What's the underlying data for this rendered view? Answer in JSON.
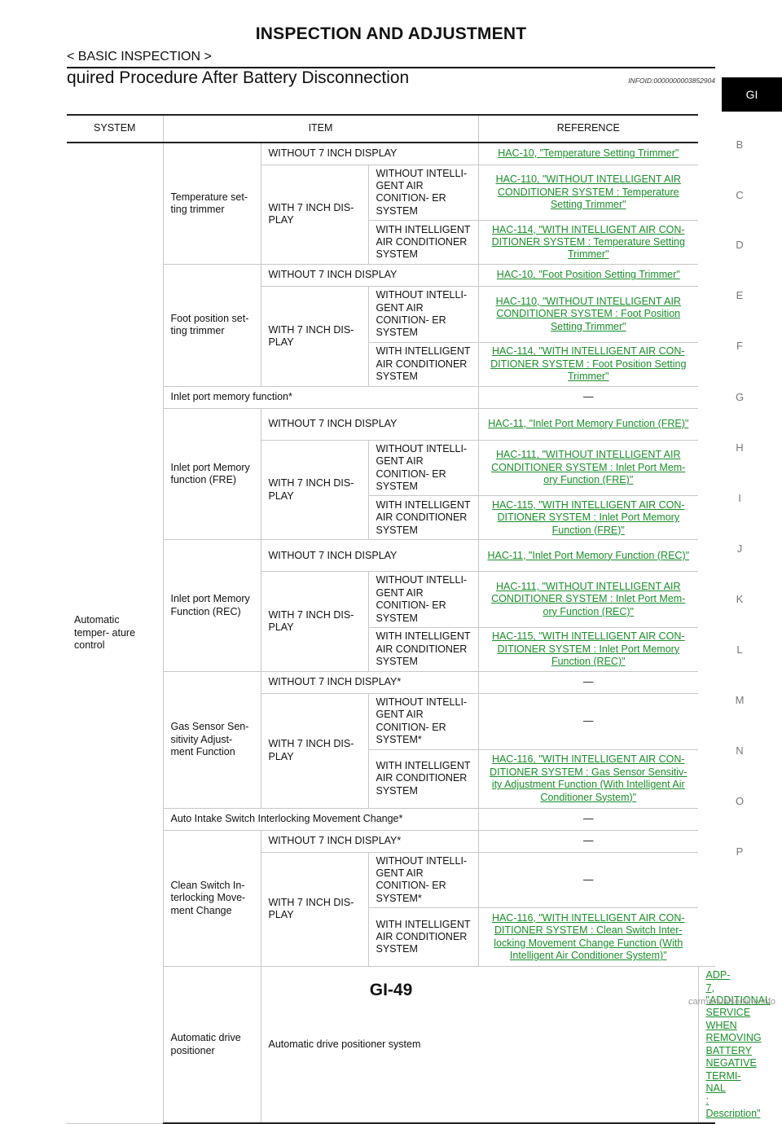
{
  "header": {
    "title": "INSPECTION AND ADJUSTMENT",
    "breadcrumb": "< BASIC INSPECTION >",
    "section_title": "quired Procedure After Battery Disconnection",
    "info_id": "INFOID:0000000003852904",
    "tab": "GI"
  },
  "side_letters": [
    "B",
    "C",
    "D",
    "E",
    "F",
    "G",
    "H",
    "I",
    "J",
    "K",
    "L",
    "M",
    "N",
    "O",
    "P"
  ],
  "table": {
    "col_system": "SYSTEM",
    "col_item": "ITEM",
    "col_reference": "REFERENCE",
    "system_atc": "Automatic temper- ature control",
    "system_adp": "Automatic drive positioner",
    "wo7": "WITHOUT 7 INCH DISPLAY",
    "wo7_star": "WITHOUT 7 INCH DISPLAY*",
    "w7": "WITH 7 INCH DIS- PLAY",
    "wo_ia": "WITHOUT INTELLI- GENT AIR CONITION- ER SYSTEM",
    "wo_ia_star": "WITHOUT INTELLI- GENT AIR CONITION- ER SYSTEM*",
    "w_ia": "WITH INTELLIGENT AIR CONDITIONER SYSTEM",
    "dash": "—",
    "items": {
      "temp": "Temperature set- ting trimmer",
      "foot": "Foot position set- ting trimmer",
      "inlet_memory": "Inlet port memory function*",
      "fre": "Inlet port Memory function (FRE)",
      "rec": "Inlet port Memory Function (REC)",
      "gas": "Gas Sensor Sen- sitivity Adjust- ment Function",
      "auto_intake": "Auto Intake Switch Interlocking Movement Change*",
      "clean": "Clean Switch In- terlocking Move- ment Change",
      "adp_item": "Automatic drive positioner system"
    },
    "refs": {
      "temp_wo7": "HAC-10, \"Temperature Setting Trimmer\"",
      "temp_wo_ia": "HAC-110, \"WITHOUT INTELLIGENT AIR CONDITIONER SYSTEM : Temperature Setting Trimmer\"",
      "temp_w_ia": "HAC-114, \"WITH INTELLIGENT AIR CON- DITIONER SYSTEM : Temperature Setting Trimmer\"",
      "foot_wo7": "HAC-10, \"Foot Position Setting Trimmer\"",
      "foot_wo_ia": "HAC-110, \"WITHOUT INTELLIGENT AIR CONDITIONER SYSTEM : Foot Position Setting Trimmer\"",
      "foot_w_ia": "HAC-114, \"WITH INTELLIGENT AIR CON- DITIONER SYSTEM : Foot Position Setting Trimmer\"",
      "fre_wo7": "HAC-11, \"Inlet Port Memory Function (FRE)\"",
      "fre_wo_ia": "HAC-111, \"WITHOUT INTELLIGENT AIR CONDITIONER SYSTEM : Inlet Port Mem- ory Function (FRE)\"",
      "fre_w_ia": "HAC-115, \"WITH INTELLIGENT AIR CON- DITIONER SYSTEM : Inlet Port Memory Function (FRE)\"",
      "rec_wo7": "HAC-11, \"Inlet Port Memory Function (REC)\"",
      "rec_wo_ia": "HAC-111, \"WITHOUT INTELLIGENT AIR CONDITIONER SYSTEM : Inlet Port Mem- ory Function (REC)\"",
      "rec_w_ia": "HAC-115, \"WITH INTELLIGENT AIR CON- DITIONER SYSTEM : Inlet Port Memory Function (REC)\"",
      "gas_w_ia": "HAC-116, \"WITH INTELLIGENT AIR CON- DITIONER SYSTEM : Gas Sensor Sensitiv- ity Adjustment Function (With Intelligent Air Conditioner System)\"",
      "clean_w_ia": "HAC-116, \"WITH INTELLIGENT AIR CON- DITIONER SYSTEM : Clean Switch Inter- locking Movement Change Function (With Intelligent Air Conditioner System)\"",
      "adp": "ADP-7, \"ADDITIONAL SERVICE WHEN REMOVING BATTERY NEGATIVE TERMI- NAL : Description\""
    }
  },
  "footer": {
    "page": "GI-49",
    "watermark": "carmanualsonline.info"
  }
}
